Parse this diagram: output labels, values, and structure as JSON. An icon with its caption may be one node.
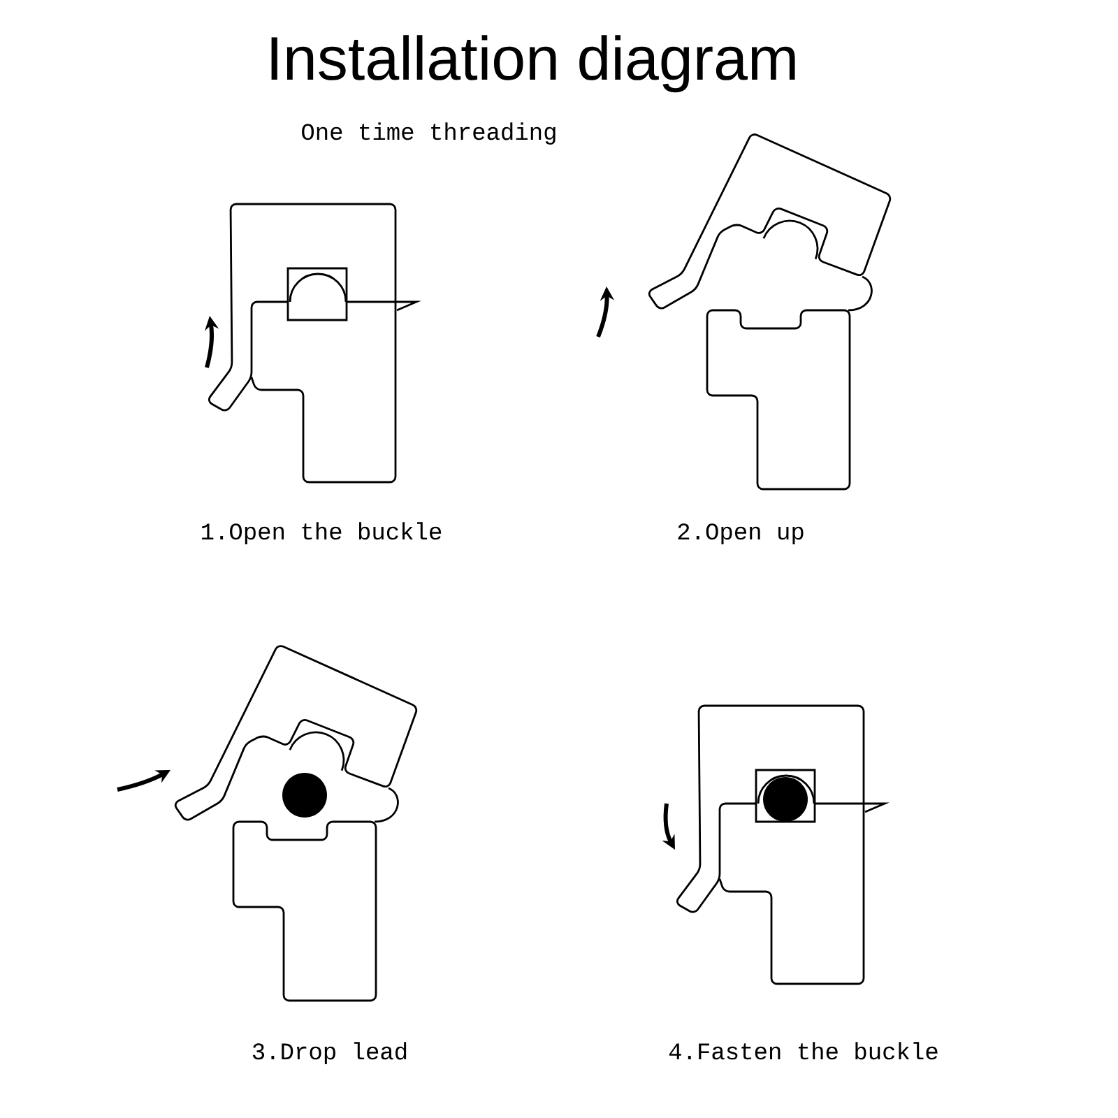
{
  "diagram": {
    "title": "Installation diagram",
    "labels": [
      "One time threading",
      "1.Open the buckle",
      "2.Open up",
      "3.Drop lead",
      "4.Fasten the buckle"
    ]
  }
}
